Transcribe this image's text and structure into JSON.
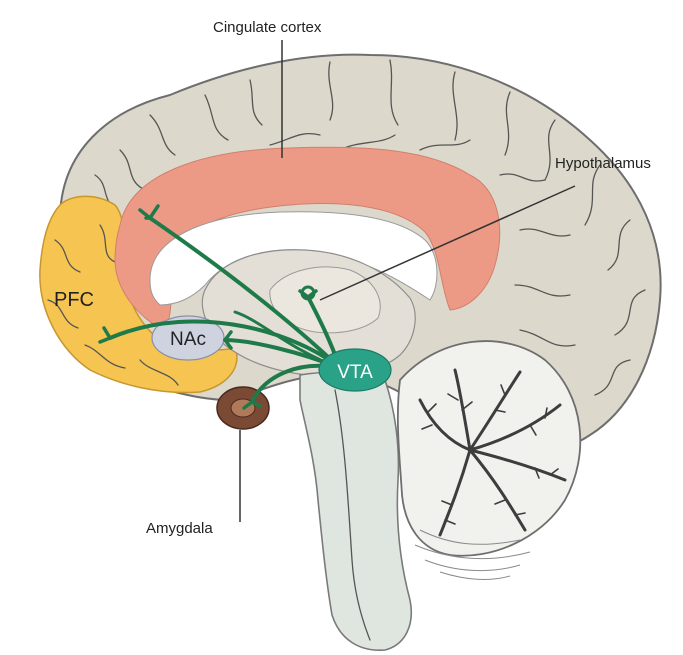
{
  "labels": {
    "cingulate": "Cingulate cortex",
    "hypothalamus": "Hypothalamus",
    "amygdala": "Amygdala",
    "pfc": "PFC",
    "nac": "NAc",
    "vta": "VTA"
  },
  "colors": {
    "cortex": "#dcd9cc",
    "cortex_edge": "#6e6e6e",
    "pfc": "#f6c451",
    "cingulate": "#ec9a86",
    "corpus_callosum": "#ffffff",
    "midbrain": "#e4dfd6",
    "brainstem": "#dfe6e0",
    "cerebellum": "#f1f1ee",
    "nac": "#cfd3e0",
    "vta": "#2aa287",
    "amygdala": "#7a4a35",
    "pathway": "#1f7a4a"
  },
  "icons": {
    "pathway_terminal": "forked-synapse-ending"
  }
}
